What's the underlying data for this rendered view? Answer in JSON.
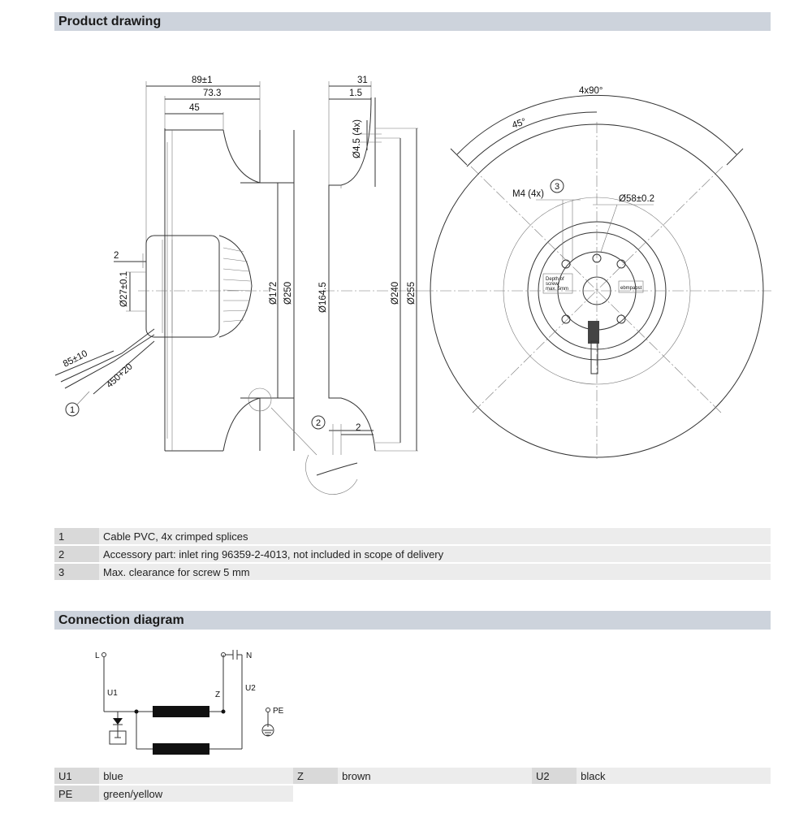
{
  "sections": {
    "product_drawing": "Product drawing",
    "connection_diagram": "Connection diagram"
  },
  "drawing": {
    "side_view": {
      "dims": [
        "89±1",
        "73.3",
        "45",
        "2",
        "Ø27±0.1",
        "85±10",
        "450+20",
        "Ø172",
        "Ø250"
      ],
      "callouts": [
        "1",
        "2"
      ]
    },
    "section_view": {
      "dims": [
        "31",
        "1.5",
        "Ø4.5 (4x)",
        "Ø164.5",
        "Ø240",
        "Ø255",
        "2"
      ]
    },
    "front_view": {
      "dims": [
        "4x90°",
        "45°",
        "M4 (4x)",
        "Ø58±0.2"
      ],
      "callouts": [
        "3"
      ],
      "label_depth": [
        "Depth of",
        "screw",
        "max. 5mm"
      ],
      "brand": "ebmpapst"
    }
  },
  "notes": [
    {
      "key": "1",
      "text": "Cable PVC, 4x crimped splices"
    },
    {
      "key": "2",
      "text": "Accessory part: inlet ring 96359-2-4013, not included in scope of delivery"
    },
    {
      "key": "3",
      "text": "Max. clearance for screw 5 mm"
    }
  ],
  "connection": {
    "labels": {
      "L": "L",
      "N": "N",
      "U1": "U1",
      "Z": "Z",
      "U2": "U2",
      "PE": "PE"
    }
  },
  "wires": [
    [
      {
        "key": "U1",
        "value": "blue"
      },
      {
        "key": "Z",
        "value": "brown"
      },
      {
        "key": "U2",
        "value": "black"
      }
    ],
    [
      {
        "key": "PE",
        "value": "green/yellow"
      }
    ]
  ]
}
